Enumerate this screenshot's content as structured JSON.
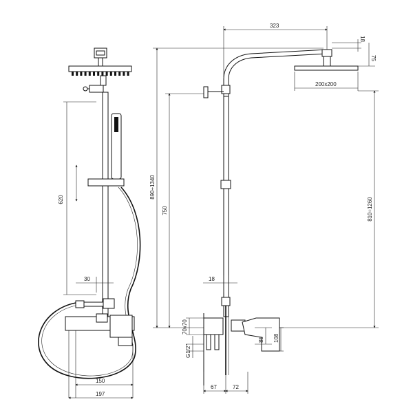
{
  "dimensions": {
    "arm_reach": "323",
    "head_thickness": "18",
    "head_drop": "75",
    "head_size": "200x200",
    "total_height": "890÷1340",
    "outlet_height": "810÷1260",
    "side_height": "750",
    "slide_range": "620",
    "rail_diameter_front": "30",
    "rail_diameter_side": "18",
    "inlet_size": "70x70",
    "inlet_thread": "G1/2\"",
    "mixer_height_85": "85",
    "mixer_height_108": "108",
    "wall_offset_67": "67",
    "wall_offset_72": "72",
    "mixer_width_150": "150",
    "mixer_width_197": "197"
  },
  "colors": {
    "line": "#111111",
    "background": "#ffffff"
  }
}
